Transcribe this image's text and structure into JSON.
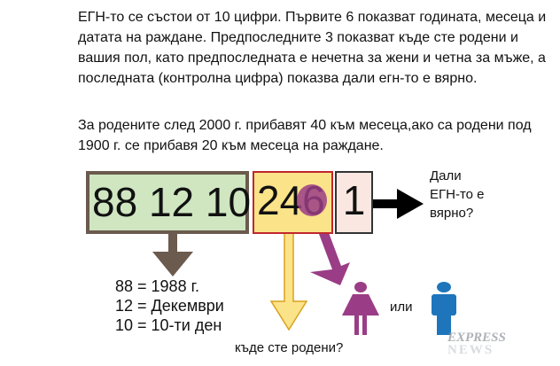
{
  "intro_paragraph": "ЕГН-то се състои от 10 цифри. Първите 6 показват годината, месеца и датата на раждане. Предпоследните 3 показват къде сте родени и вашия пол, като предпоследната е нечетна за жени и четна за мъже, а последната (контролна цифра) показва дали егн-то е вярно.",
  "second_paragraph": "За родените след 2000 г. прибавят 40 към месеца,ако са родени под 1900 г. се прибавя 20 към месеца на раждане.",
  "boxes": {
    "date_digits": "88 12 10",
    "region_digits": "246",
    "check_digit": "1"
  },
  "check_question": [
    "Дали",
    "ЕГН-то е",
    "вярно?"
  ],
  "date_legend": [
    "88 = 1988 г.",
    "12 = Декември",
    "10 = 10-ти ден"
  ],
  "region_question": "къде сте родени?",
  "or_label": "или",
  "watermark": [
    "EXPRESS",
    "NEWS"
  ],
  "colors": {
    "green": "#cfe6c1",
    "yellow": "#fbe38a",
    "pink": "#fbe7e1",
    "brown": "#6b5a4e",
    "red": "#c0272d",
    "purple": "#9a3d86",
    "blue": "#1e75bb"
  }
}
